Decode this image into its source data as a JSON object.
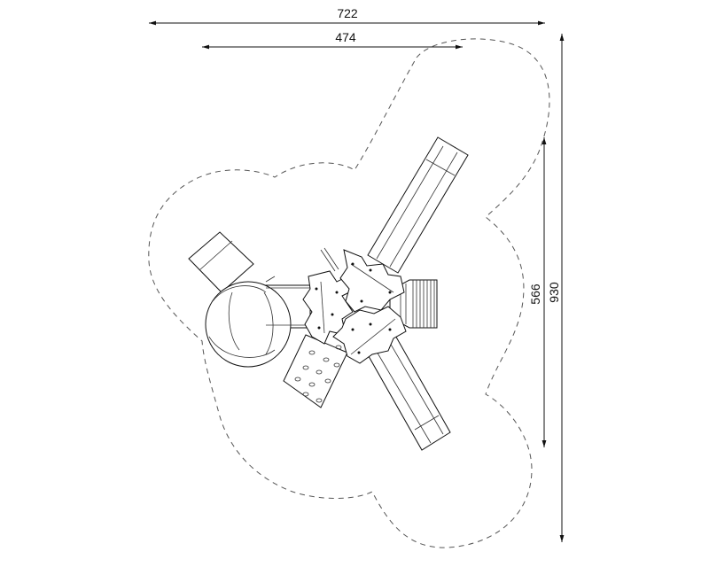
{
  "dimensions": {
    "overall_width": "722",
    "equipment_width": "474",
    "equipment_depth": "566",
    "overall_depth": "930"
  }
}
